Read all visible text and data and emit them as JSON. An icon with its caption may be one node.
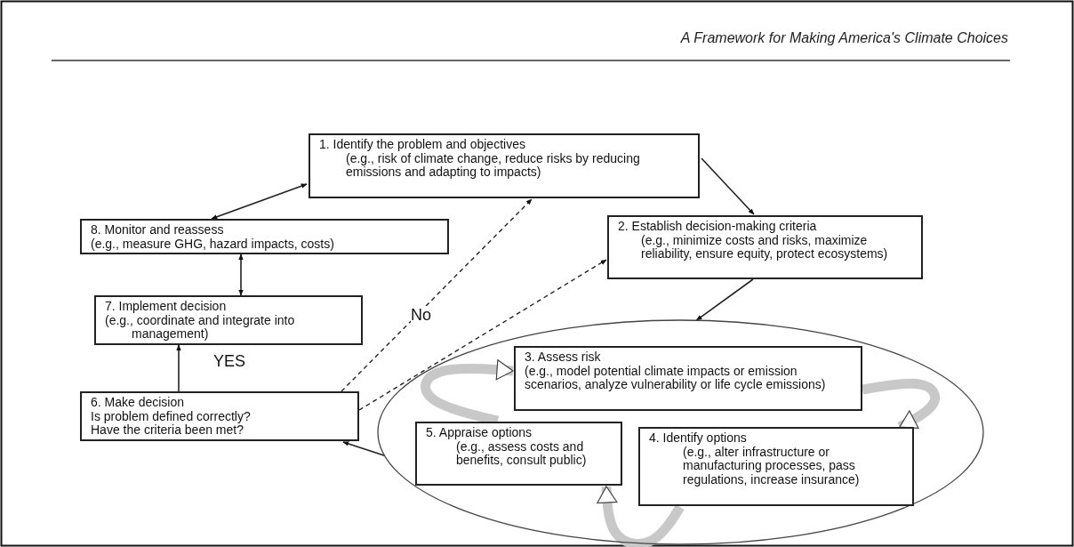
{
  "diagram": {
    "title": "A Framework for Making America's Climate Choices",
    "nodes": [
      {
        "text": [
          "1. Identify the problem and objectives",
          "(e.g., risk of climate change, reduce risks by reducing emissions and adapting to impacts)"
        ]
      },
      {
        "text": [
          "2. Establish decision-making criteria",
          "(e.g., minimize costs and risks, maximize reliability, ensure equity, protect ecosystems)"
        ]
      },
      {
        "text": [],
        "shape": "ellipse"
      },
      {
        "text": [
          "3. Assess risk",
          "(e.g., model potential climate impacts or emission scenarios, analyze vulnerability or life cycle emissions)"
        ],
        "in": 2
      },
      {
        "text": [
          "4. Identify options",
          "(e.g., alter infrastructure or manufacturing processes, pass regulations, increase insurance)"
        ],
        "in": 2
      },
      {
        "text": [
          "5. Appraise options",
          "(e.g., assess costs and benefits, consult public)"
        ],
        "in": 2
      },
      {
        "text": [
          "6. Make decision",
          "Is problem defined correctly?",
          "Have the criteria been met?"
        ]
      },
      {
        "text": [
          "7. Implement decision",
          "(e.g., coordinate and integrate into management)"
        ]
      },
      {
        "text": [
          "8. Monitor and reassess",
          "(e.g., measure GHG, hazard impacts, costs)"
        ]
      }
    ],
    "edges": [
      {
        "from": 0,
        "to": 1,
        "arrow": "to"
      },
      {
        "from": 8,
        "to": 0,
        "arrow": "both"
      },
      {
        "from": 8,
        "to": 7,
        "arrow": "both"
      },
      {
        "from": 6,
        "to": 7,
        "arrow": "to",
        "label": "YES"
      },
      {
        "from": 6,
        "to": 0,
        "arrow": "to",
        "style": "dashed"
      },
      {
        "from": 6,
        "to": 1,
        "arrow": "to",
        "style": "dashed"
      },
      {
        "from": 1,
        "to": 2,
        "arrow": "to"
      },
      {
        "from": 2,
        "to": 6,
        "arrow": "to"
      },
      {
        "from": 3,
        "to": 4,
        "arrow": "to",
        "style": "thick",
        "color": "#c8c8c8"
      },
      {
        "from": 4,
        "to": 5,
        "arrow": "to",
        "style": "thick",
        "color": "#c8c8c8"
      },
      {
        "from": 5,
        "to": 3,
        "arrow": "to",
        "style": "thick",
        "color": "#c8c8c8"
      }
    ],
    "labels": [
      "No"
    ]
  }
}
